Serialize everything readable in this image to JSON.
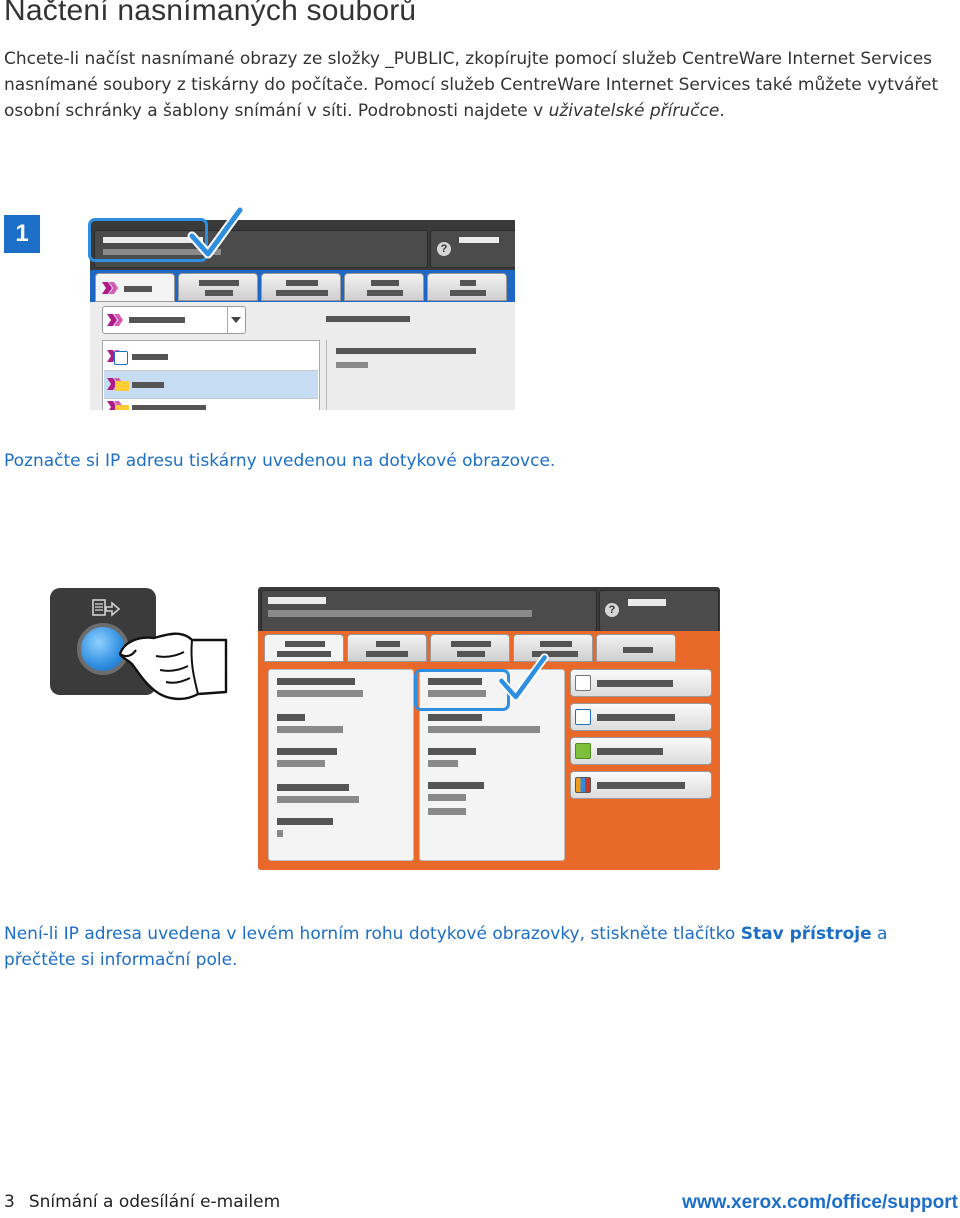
{
  "title": "Načtení nasnímaných souborů",
  "intro": {
    "part1": "Chcete-li načíst nasnímané obrazy ze složky _PUBLIC, zkopírujte pomocí služeb CentreWare Internet Services nasnímané soubory z tiskárny do počítače. Pomocí služeb CentreWare Internet Services také můžete vytvářet osobní schránky a šablony snímání v síti. Podrobnosti najdete v ",
    "italic": "uživatelské příručce",
    "end": "."
  },
  "step_number": "1",
  "caption1": "Poznačte si IP adresu tiskárny uvedenou na dotykové obrazovce.",
  "caption2": {
    "before": "Není-li IP adresa uvedena v levém horním rohu dotykové obrazovky, stiskněte tlačítko ",
    "bold": "Stav přístroje",
    "after": " a přečtěte si informační pole."
  },
  "footer": {
    "page": "3",
    "section": "Snímání a odesílání e-mailem",
    "url": "www.xerox.com/office/support"
  },
  "colors": {
    "accent_blue": "#1c6ec7",
    "tab_bar_blue": "#1f66c5",
    "orange_panel": "#e8692a",
    "header_dark": "#3a3a3a"
  },
  "icons": {
    "help": "?"
  }
}
